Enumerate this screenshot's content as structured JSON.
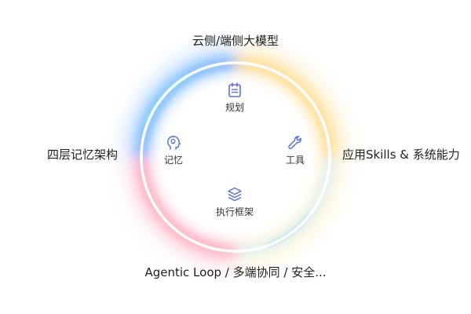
{
  "outer": {
    "top": "云侧/端侧大模型",
    "left": "四层记忆架构",
    "right": "应用Skills & 系统能力",
    "bottom": "Agentic Loop / 多端协同 / 安全..."
  },
  "nodes": {
    "planning": {
      "label": "规划",
      "icon": "calendar-icon"
    },
    "memory": {
      "label": "记忆",
      "icon": "head-brain-icon"
    },
    "tools": {
      "label": "工具",
      "icon": "wrench-icon"
    },
    "execution": {
      "label": "执行框架",
      "icon": "layers-icon"
    }
  },
  "colors": {
    "ring": "#ffffff",
    "glow_blue": "#7fb8ff",
    "glow_cyan": "#8fe3f5",
    "glow_yellow": "#ffe59a",
    "glow_pink": "#ffb3c8",
    "icon": "#5b6fd8"
  }
}
